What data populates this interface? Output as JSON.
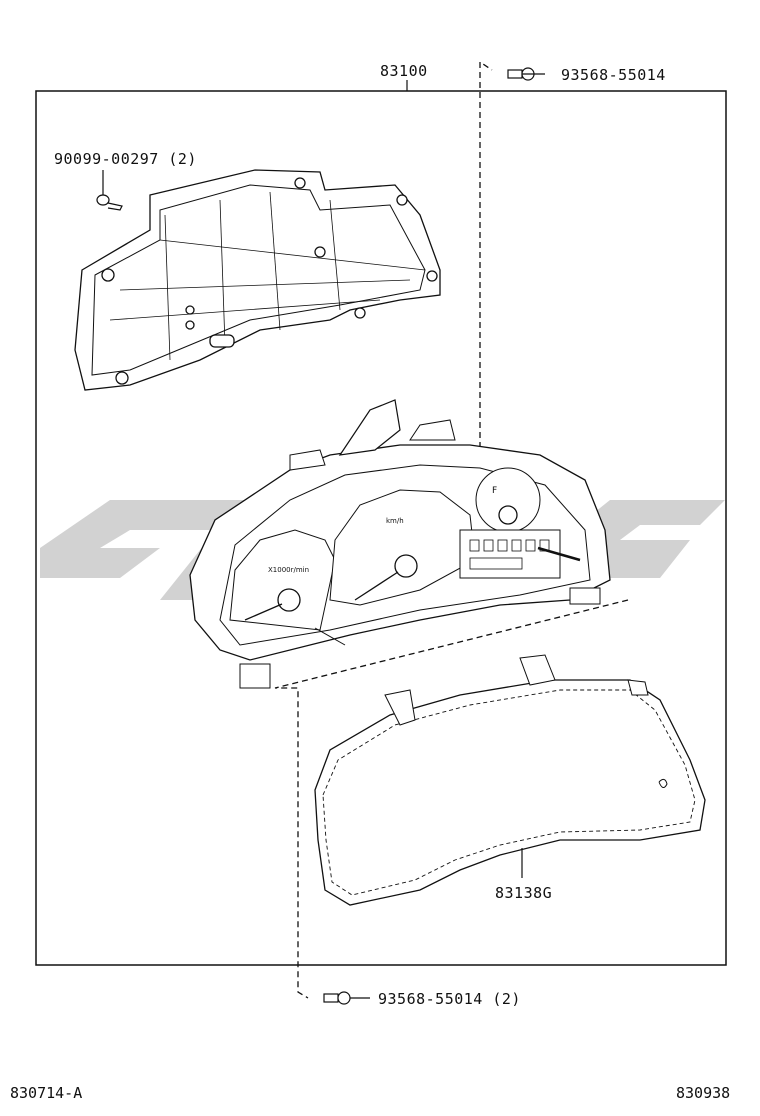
{
  "diagram": {
    "assembly_part": "83100",
    "parts": [
      {
        "label": "93568-55014"
      },
      {
        "label": "90099-00297 (2)"
      },
      {
        "label": "83138G"
      },
      {
        "label": "93568-55014 (2)"
      }
    ],
    "gauge_text": {
      "tach_unit": "X1000r/min",
      "speedo_unit": "km/h",
      "fuel_mark": "F"
    },
    "footer": {
      "left_code": "830714-A",
      "right_code": "830938"
    }
  }
}
